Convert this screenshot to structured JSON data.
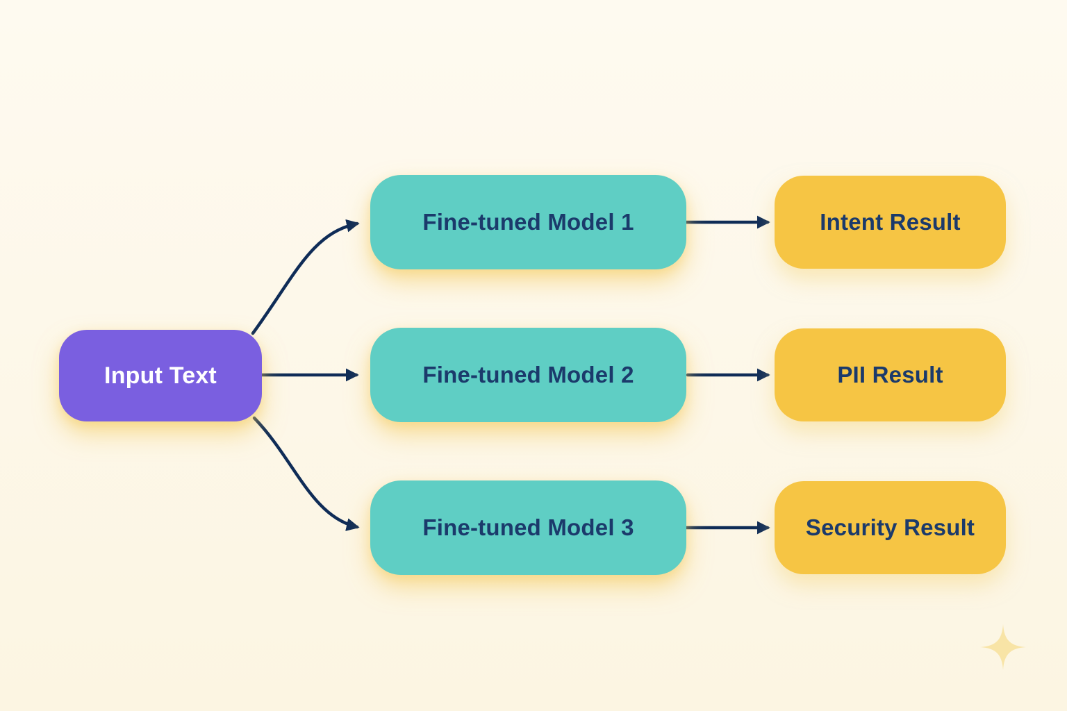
{
  "nodes": {
    "input": {
      "label": "Input Text"
    },
    "models": [
      {
        "label": "Fine-tuned Model 1"
      },
      {
        "label": "Fine-tuned Model 2"
      },
      {
        "label": "Fine-tuned Model 3"
      }
    ],
    "results": [
      {
        "label": "Intent Result"
      },
      {
        "label": "PII Result"
      },
      {
        "label": "Security Result"
      }
    ]
  },
  "edges": [
    {
      "from": "Input Text",
      "to": "Fine-tuned Model 1"
    },
    {
      "from": "Input Text",
      "to": "Fine-tuned Model 2"
    },
    {
      "from": "Input Text",
      "to": "Fine-tuned Model 3"
    },
    {
      "from": "Fine-tuned Model 1",
      "to": "Intent Result"
    },
    {
      "from": "Fine-tuned Model 2",
      "to": "PII Result"
    },
    {
      "from": "Fine-tuned Model 3",
      "to": "Security Result"
    }
  ],
  "icons": {
    "sparkle": "sparkle-icon"
  },
  "colors": {
    "bg_top": "#fefaf0",
    "bg_bottom": "#fcf5e2",
    "input_fill": "#7a5fe0",
    "model_fill": "#5fcec4",
    "result_fill": "#f6c544",
    "arrow": "#0f2c57",
    "text_dark": "#1b3a6b",
    "text_light": "#ffffff",
    "sparkle": "#f8e4a6"
  }
}
